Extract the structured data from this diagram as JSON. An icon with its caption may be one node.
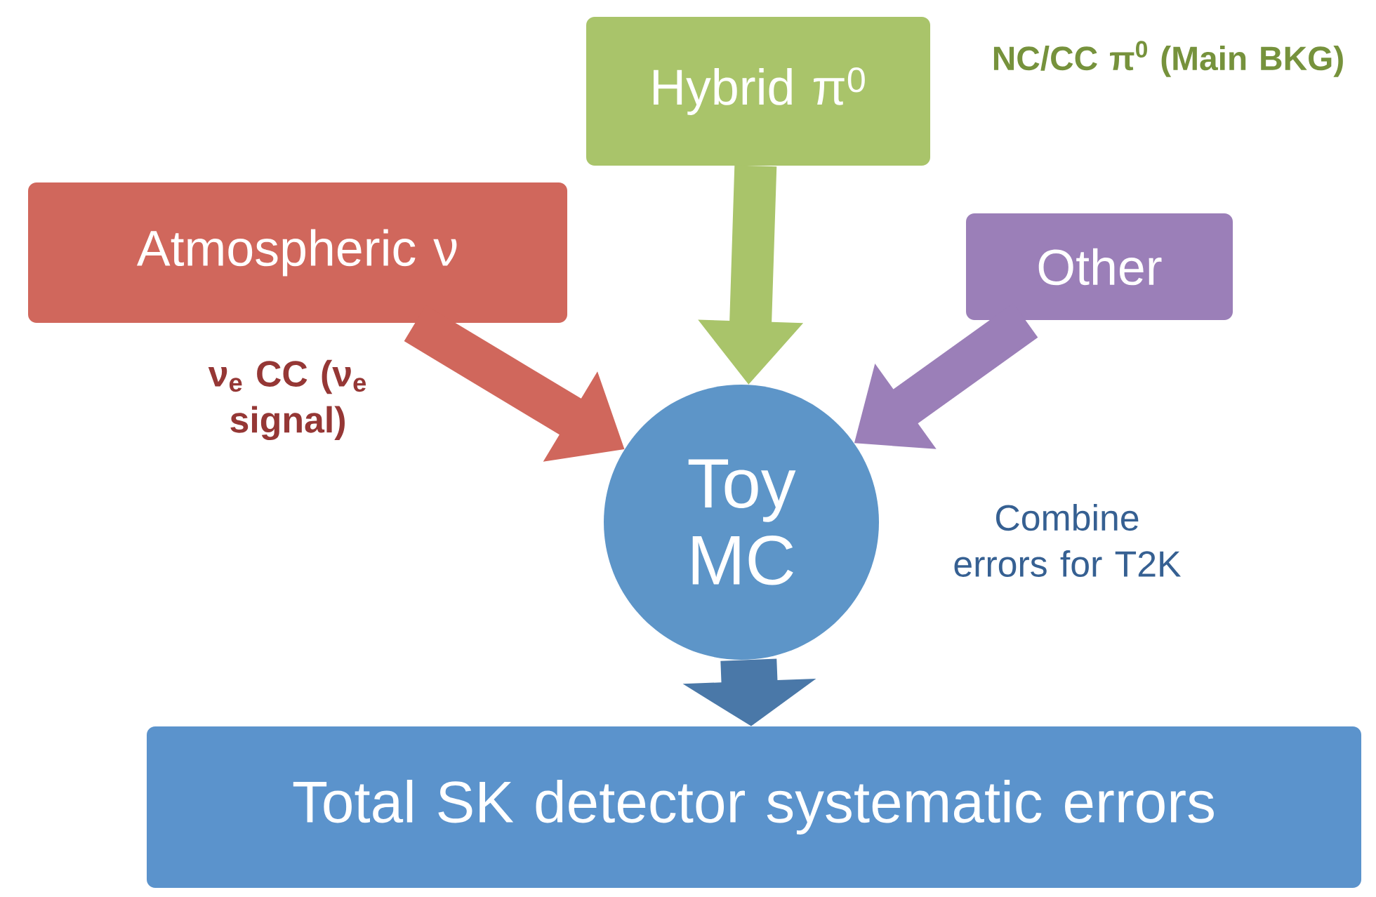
{
  "diagram": {
    "nodes": [
      {
        "text": [
          "Hybrid π$^{0}$"
        ],
        "beside": [
          "NC/CC π$^{0}$ (Main BKG)"
        ]
      },
      {
        "text": [
          "Atmospheric ν"
        ],
        "beside": [
          "ν$_{e}$ CC (ν$_{e}$ signal)"
        ]
      },
      {
        "text": [
          "Other"
        ]
      },
      {
        "text": [
          "Toy MC"
        ],
        "beside": [
          "Combine errors for T2K"
        ]
      },
      {
        "text": [
          "Total SK detector systematic errors"
        ]
      }
    ],
    "edges": [
      {
        "from": 1,
        "to": 3,
        "arrow": "to",
        "color": "#d0675c"
      },
      {
        "from": 0,
        "to": 3,
        "arrow": "to",
        "color": "#a9c46a"
      },
      {
        "from": 2,
        "to": 3,
        "arrow": "to",
        "color": "#9b7fb8"
      },
      {
        "from": 3,
        "to": 4,
        "arrow": "to",
        "color": "#4a78a8"
      }
    ]
  }
}
